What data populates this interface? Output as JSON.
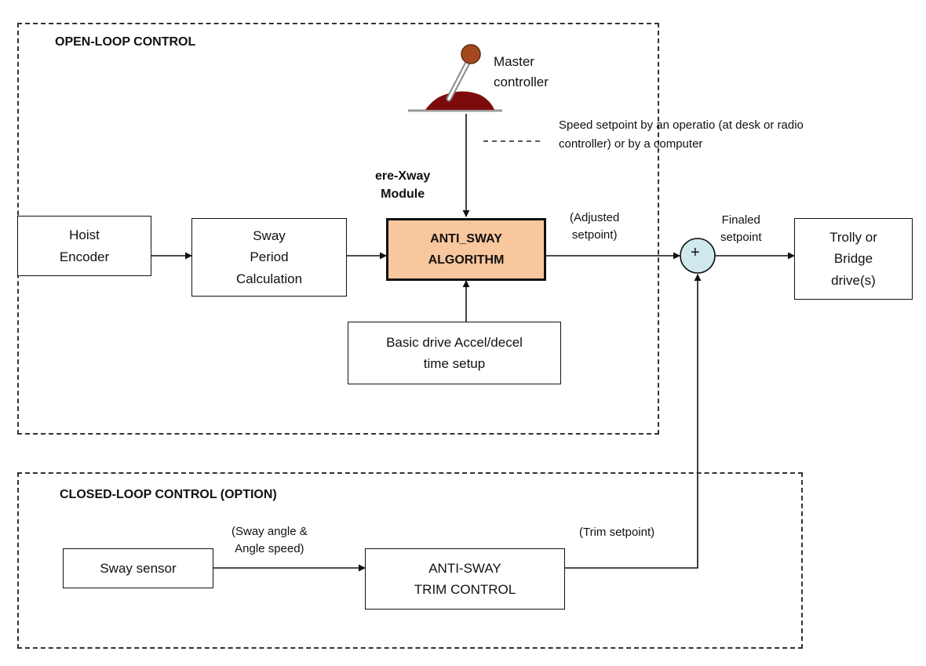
{
  "regions": {
    "open_loop_title": "OPEN-LOOP CONTROL",
    "closed_loop_title": "CLOSED-LOOP CONTROL (OPTION)"
  },
  "blocks": {
    "hoist_encoder": "Hoist\nEncoder",
    "sway_period": "Sway\nPeriod\nCalculation",
    "anti_sway_algorithm": "ANTI_SWAY\nALGORITHM",
    "basic_drive": "Basic drive Accel/decel\ntime setup",
    "trolly_drive": "Trolly or\nBridge\ndrive(s)",
    "sway_sensor": "Sway sensor",
    "trim_control": "ANTI-SWAY\nTRIM CONTROL"
  },
  "labels": {
    "master_controller": "Master\ncontroller",
    "speed_setpoint_note": "Speed setpoint by an operatio (at desk or radio\ncontroller) or by a computer",
    "module": "ere-Xway\nModule",
    "adjusted_setpoint": "(Adjusted\nsetpoint)",
    "finaled_setpoint": "Finaled\nsetpoint",
    "sway_angle": "(Sway angle &\nAngle speed)",
    "trim_setpoint": "(Trim setpoint)",
    "summing_symbol": "+"
  },
  "colors": {
    "algorithm_fill": "#f9c79d",
    "summing_fill": "#cfe9ee",
    "controller_knob": "#a0522d",
    "controller_base": "#8b0000"
  }
}
